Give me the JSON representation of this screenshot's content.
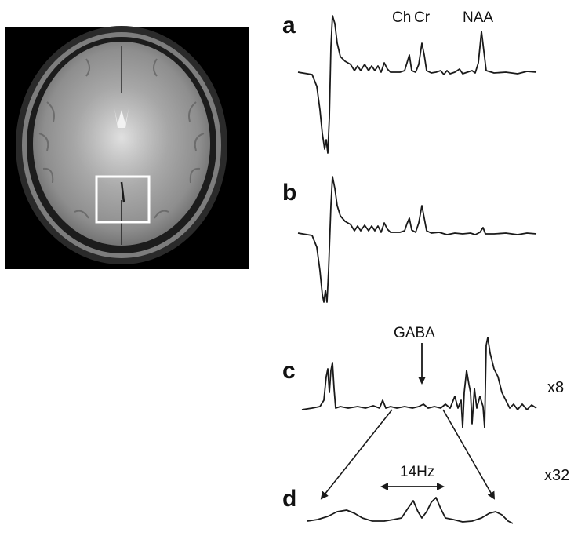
{
  "mri": {
    "roi_color": "#ffffff"
  },
  "panels": {
    "a": {
      "letter": "a",
      "peaks": {
        "ch": "Ch",
        "cr": "Cr",
        "naa": "NAA"
      }
    },
    "b": {
      "letter": "b"
    },
    "c": {
      "letter": "c",
      "annotation": "GABA",
      "scale": "x8"
    },
    "d": {
      "letter": "d",
      "annotation": "14Hz",
      "scale": "x32"
    }
  },
  "colors": {
    "trace": "#1a1a1a",
    "background": "#000000"
  }
}
